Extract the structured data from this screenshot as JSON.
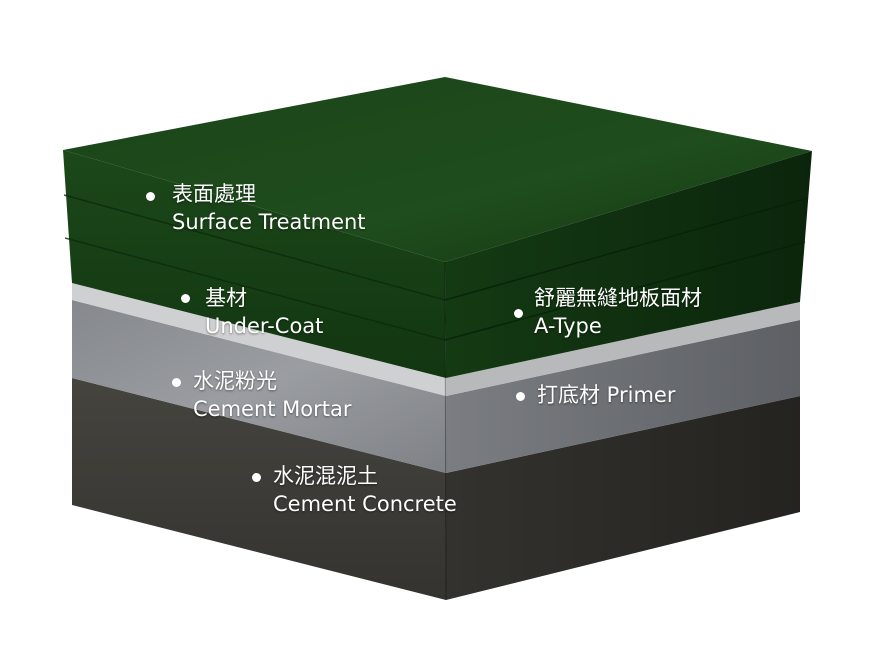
{
  "layers": [
    {
      "id": "surface",
      "zh": "表面處理",
      "en": "Surface Treatment"
    },
    {
      "id": "undercoat",
      "zh": "基材",
      "en": "Under-Coat"
    },
    {
      "id": "mortar",
      "zh": "水泥粉光",
      "en": "Cement Mortar"
    },
    {
      "id": "concrete",
      "zh": "水泥混泥土",
      "en": "Cement Concrete"
    },
    {
      "id": "atype",
      "zh": "舒麗無縫地板面材",
      "en": "A-Type"
    },
    {
      "id": "primer",
      "text": "打底材 Primer"
    }
  ],
  "colors": {
    "green_top": "#1e4a1c",
    "green_front": "#163d15",
    "green_side": "#0f2c10",
    "primer_band": "#d6d6d6",
    "mortar_front": "#8f9296",
    "mortar_side": "#6f7276",
    "concrete_front": "#3b3a36",
    "concrete_side": "#2a2926"
  }
}
